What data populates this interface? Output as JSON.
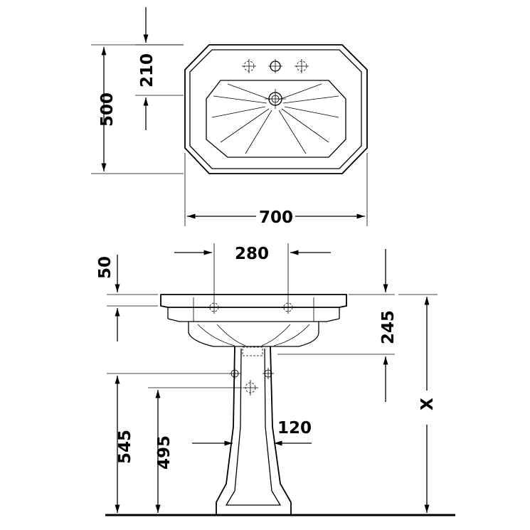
{
  "dimensions": {
    "top_view": {
      "depth": "500",
      "tap_offset": "210",
      "width": "700"
    },
    "front_view": {
      "tap_spacing": "280",
      "rim_thickness": "50",
      "basin_height": "245",
      "total_height": "X",
      "pedestal_width": "120",
      "outlet_height": "545",
      "supply_height": "495"
    }
  }
}
